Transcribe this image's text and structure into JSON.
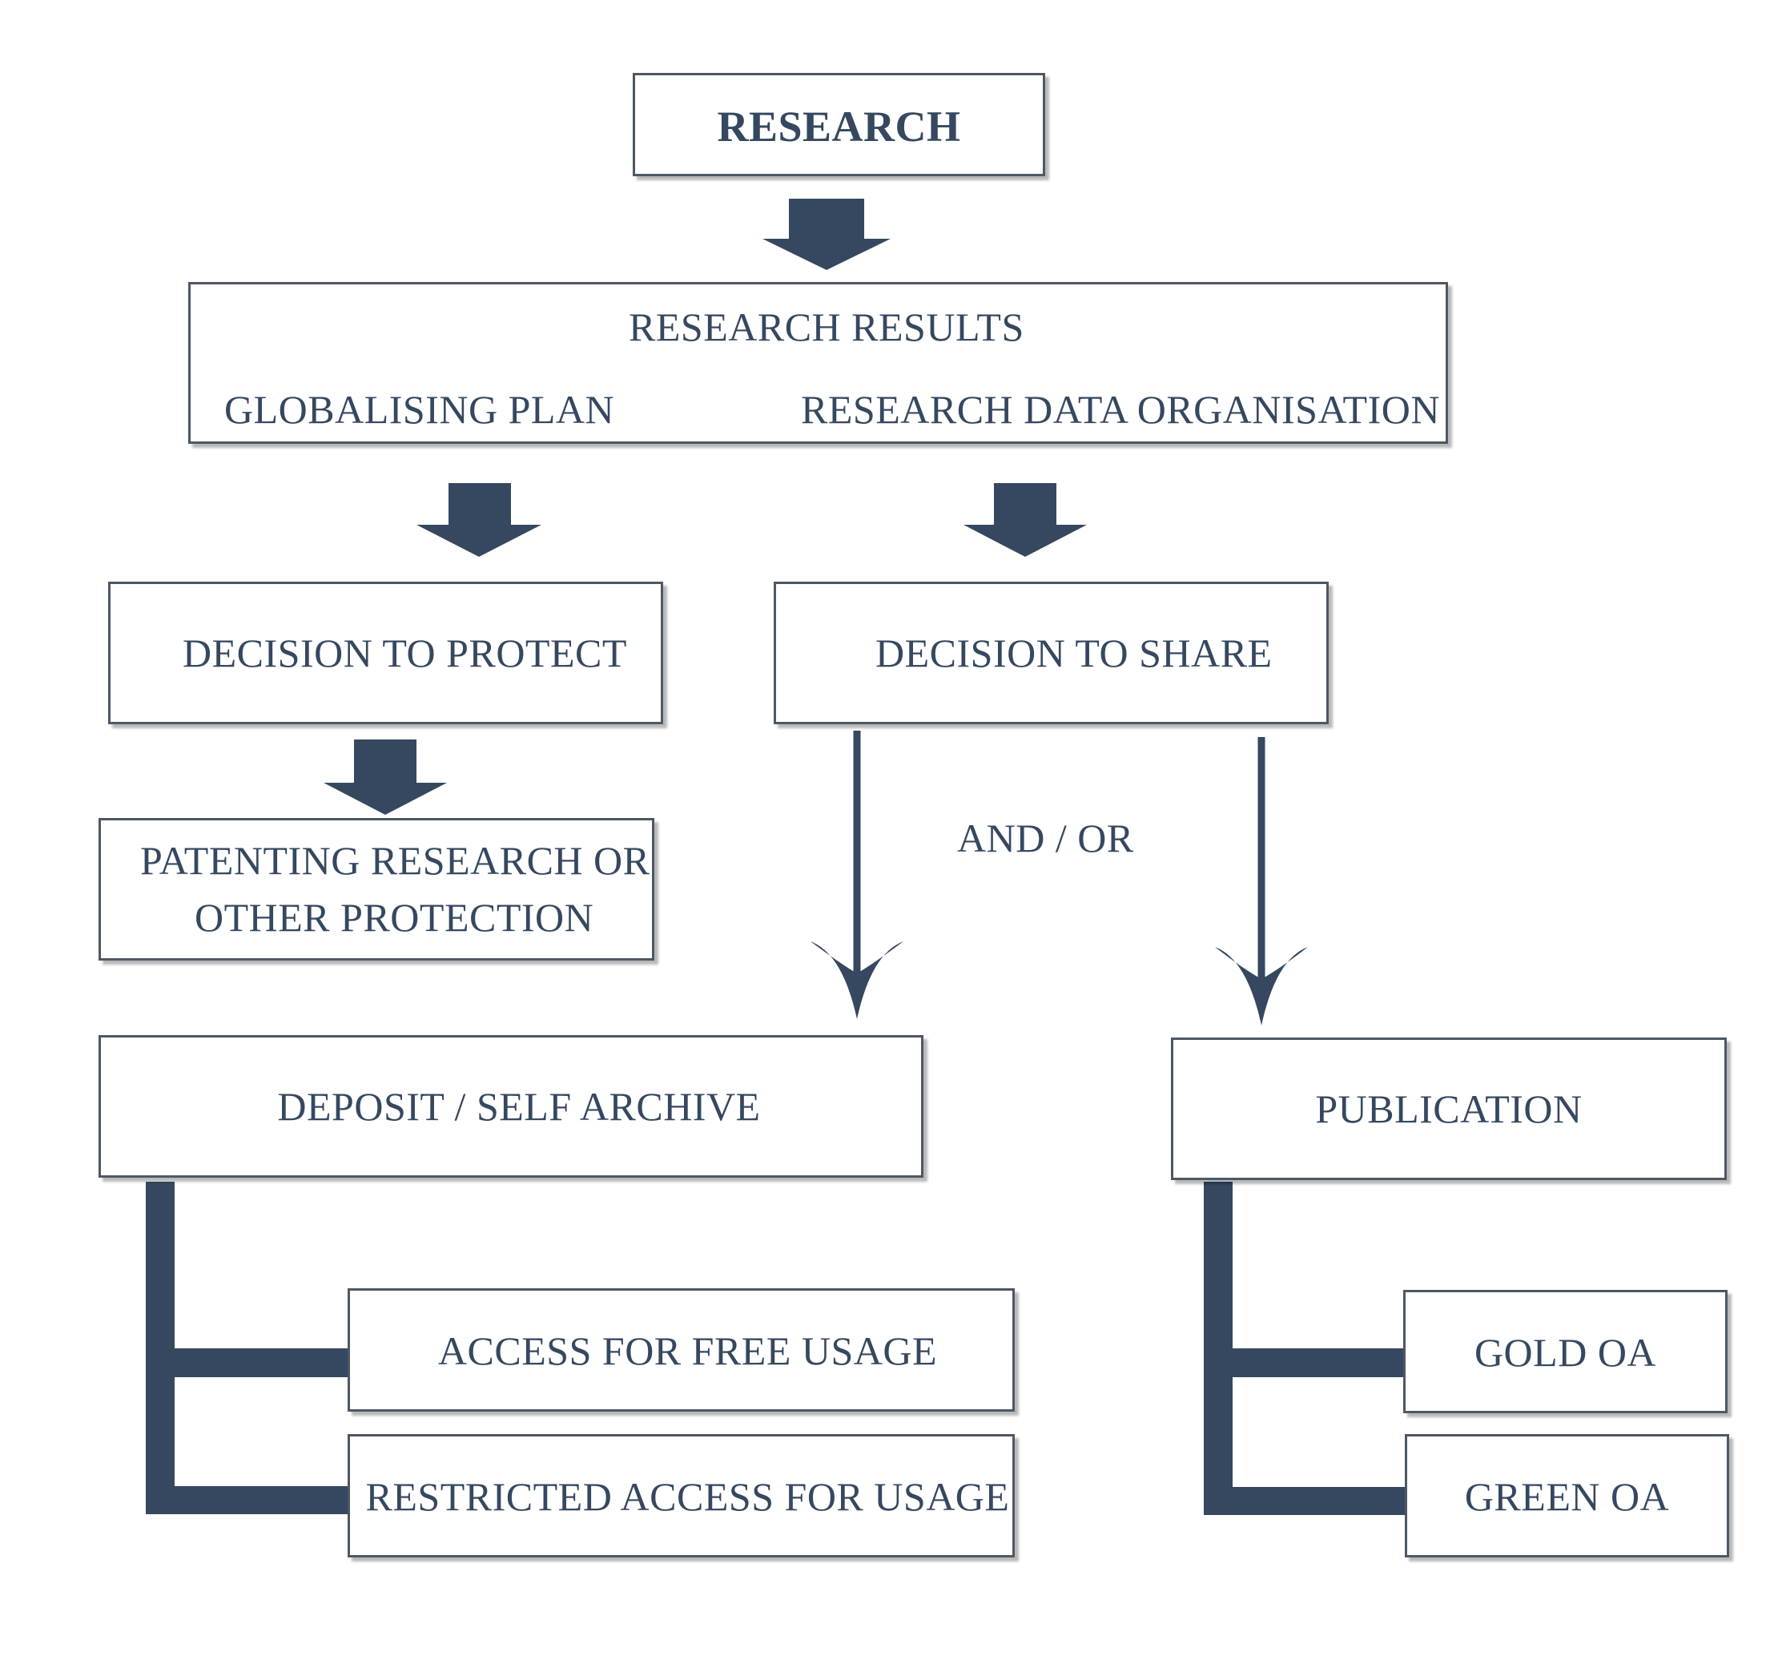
{
  "nodes": {
    "research": "RESEARCH",
    "research_results": "RESEARCH RESULTS",
    "globalising_plan": "GLOBALISING PLAN",
    "research_data_organisation": "RESEARCH DATA ORGANISATION",
    "decision_to_protect": "DECISION TO PROTECT",
    "decision_to_share": "DECISION TO SHARE",
    "patenting_line1": "PATENTING RESEARCH OR",
    "patenting_line2": "OTHER PROTECTION",
    "and_or": "AND / OR",
    "deposit": "DEPOSIT / SELF ARCHIVE",
    "publication": "PUBLICATION",
    "access_free": "ACCESS FOR FREE USAGE",
    "restricted_access": "RESTRICTED ACCESS FOR USAGE",
    "gold_oa": "GOLD OA",
    "green_oa": "GREEN OA"
  },
  "colors": {
    "accent": "#354860",
    "border": "#4d5866"
  }
}
